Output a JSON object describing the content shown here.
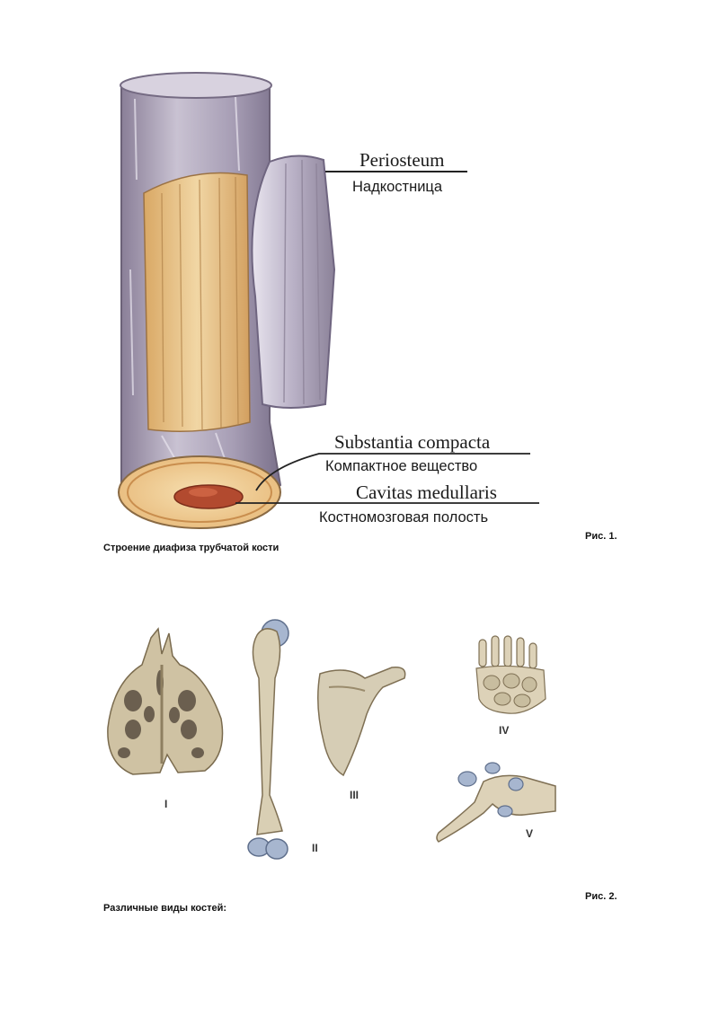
{
  "figure1": {
    "labels": {
      "periosteum_latin": "Periosteum",
      "periosteum_ru": "Надкостница",
      "compacta_latin": "Substantia compacta",
      "compacta_ru": "Компактное вещество",
      "medullaris_latin": "Cavitas medullaris",
      "medullaris_ru": "Костномозговая полость"
    },
    "number": "Рис. 1.",
    "caption": "Строение диафиза трубчатой кости"
  },
  "figure2": {
    "roman_labels": [
      "I",
      "II",
      "III",
      "IV",
      "V"
    ],
    "number": "Рис. 2.",
    "caption": "Различные виды костей:"
  }
}
